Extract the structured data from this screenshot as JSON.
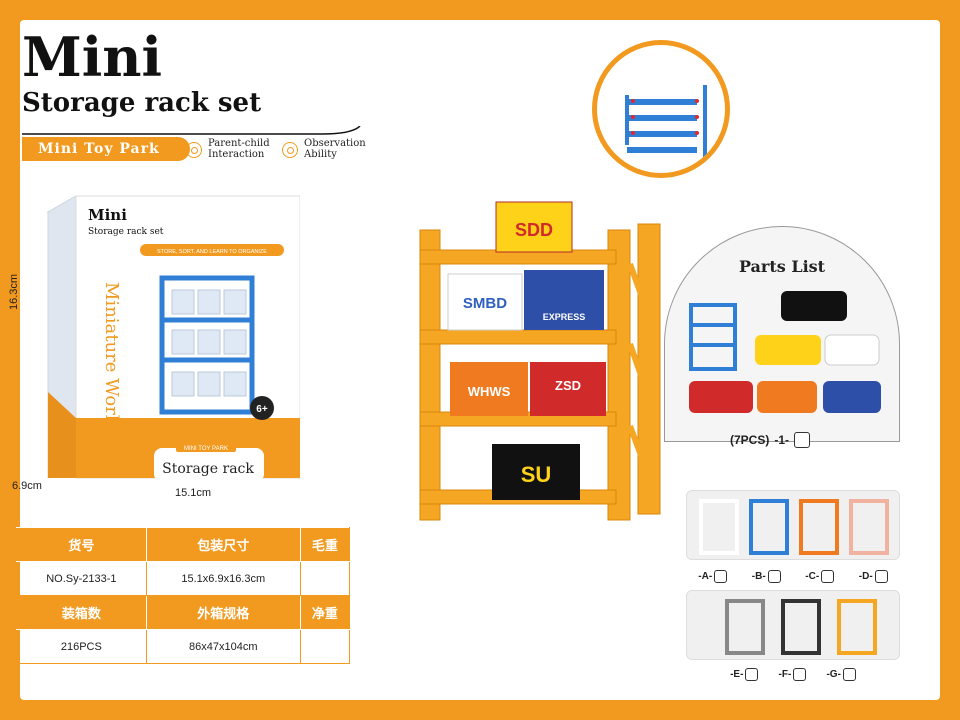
{
  "header": {
    "title": "Mini",
    "subtitle": "Storage rack set",
    "tag": "Mini Toy Park",
    "features": [
      {
        "icon": "parent-child-icon",
        "text": "Parent-child Interaction"
      },
      {
        "icon": "observation-icon",
        "text": "Observation Ability"
      }
    ]
  },
  "box_art": {
    "brand": "Miniature World",
    "top_title": "Mini Storage rack set",
    "slogan": "STORE, SORT, AND LEARN TO ORGANIZE",
    "badge_label": "MINI TOY PARK",
    "badge_text": "Storage rack",
    "age": "6+"
  },
  "dimensions": {
    "height": "16.3cm",
    "depth": "6.9cm",
    "width": "15.1cm"
  },
  "product": {
    "boxes": [
      "SDD",
      "SMBD",
      "EXPRESS",
      "WHWS",
      "ZSD",
      "SU"
    ]
  },
  "parts": {
    "title": "Parts List",
    "count_label": "(7PCS)",
    "number": "-1-"
  },
  "variants": {
    "row1": [
      "-A-",
      "-B-",
      "-C-",
      "-D-"
    ],
    "row2": [
      "-E-",
      "-F-",
      "-G-"
    ]
  },
  "colors": {
    "accent": "#f29a1f",
    "blue": "#2f7fd6",
    "orange_rack": "#f5a623"
  },
  "spec_table": {
    "headers1": [
      "货号",
      "包装尺寸",
      "毛重"
    ],
    "values1": [
      "NO.Sy-2133-1",
      "15.1x6.9x16.3cm",
      ""
    ],
    "headers2": [
      "装箱数",
      "外箱规格",
      "净重"
    ],
    "values2": [
      "216PCS",
      "86x47x104cm",
      ""
    ]
  }
}
